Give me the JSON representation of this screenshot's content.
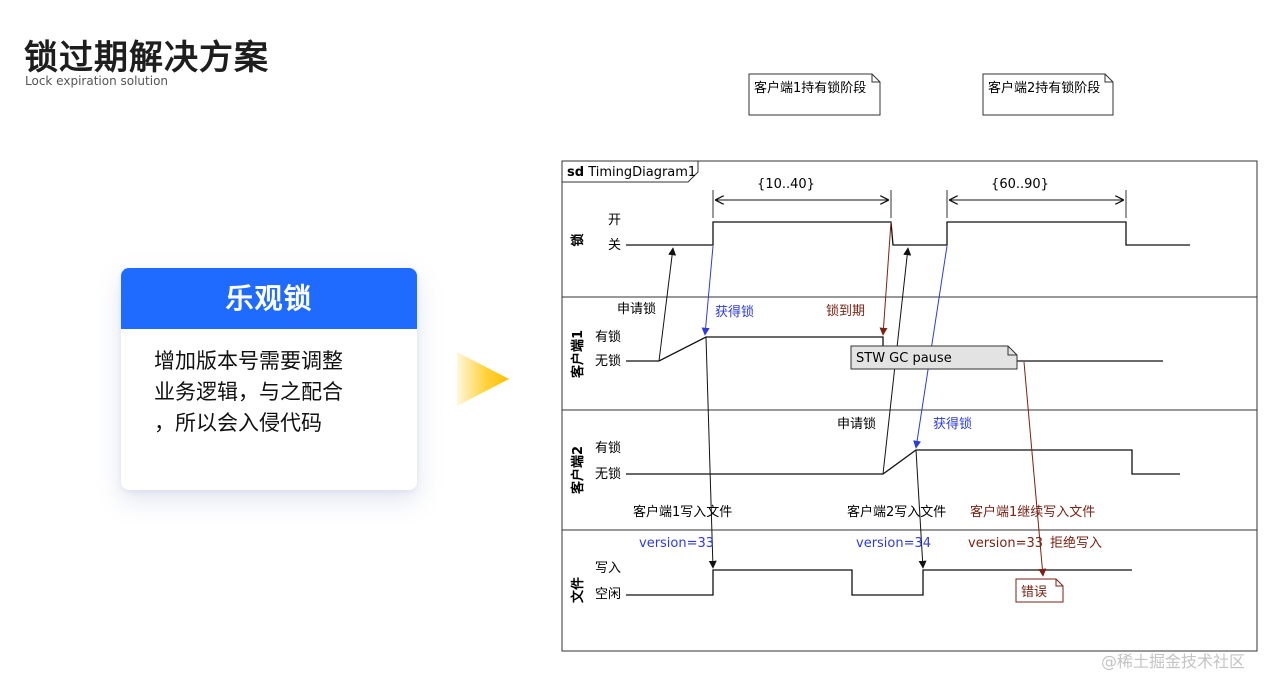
{
  "header": {
    "title": "锁过期解决方案",
    "subtitle": "Lock expiration solution"
  },
  "card": {
    "title": "乐观锁",
    "body_lines": [
      "增加版本号需要调整",
      "业务逻辑，与之配合",
      "，所以会入侵代码"
    ]
  },
  "diagram": {
    "frame_label_keyword": "sd",
    "frame_label_name": "TimingDiagram1",
    "phase_notes": [
      "客户端1持有锁阶段",
      "客户端2持有锁阶段"
    ],
    "durations": [
      "{10..40}",
      "{60..90}"
    ],
    "lanes": {
      "lock": {
        "name": "锁",
        "states": [
          "开",
          "关"
        ]
      },
      "client1": {
        "name": "客户端1",
        "states": [
          "有锁",
          "无锁"
        ]
      },
      "client2": {
        "name": "客户端2",
        "states": [
          "有锁",
          "无锁"
        ]
      },
      "file": {
        "name": "文件",
        "states": [
          "写入",
          "空闲"
        ]
      }
    },
    "messages": {
      "c1_request": "申请锁",
      "c1_acquired": "获得锁",
      "lock_expired": "锁到期",
      "gc_pause": "STW GC pause",
      "c2_request": "申请锁",
      "c2_acquired": "获得锁",
      "c1_write": "客户端1写入文件",
      "c2_write": "客户端2写入文件",
      "c1_continue": "客户端1继续写入文件",
      "version_c1": "version=33",
      "version_c2": "version=34",
      "version_c1_late": "version=33",
      "reject_write": "拒绝写入",
      "error_note": "错误"
    },
    "colors": {
      "blue": "#2e3bdc",
      "darkred": "#7a2214",
      "gc_fill": "#e3e3e3"
    }
  },
  "watermark": "@稀土掘金技术社区"
}
